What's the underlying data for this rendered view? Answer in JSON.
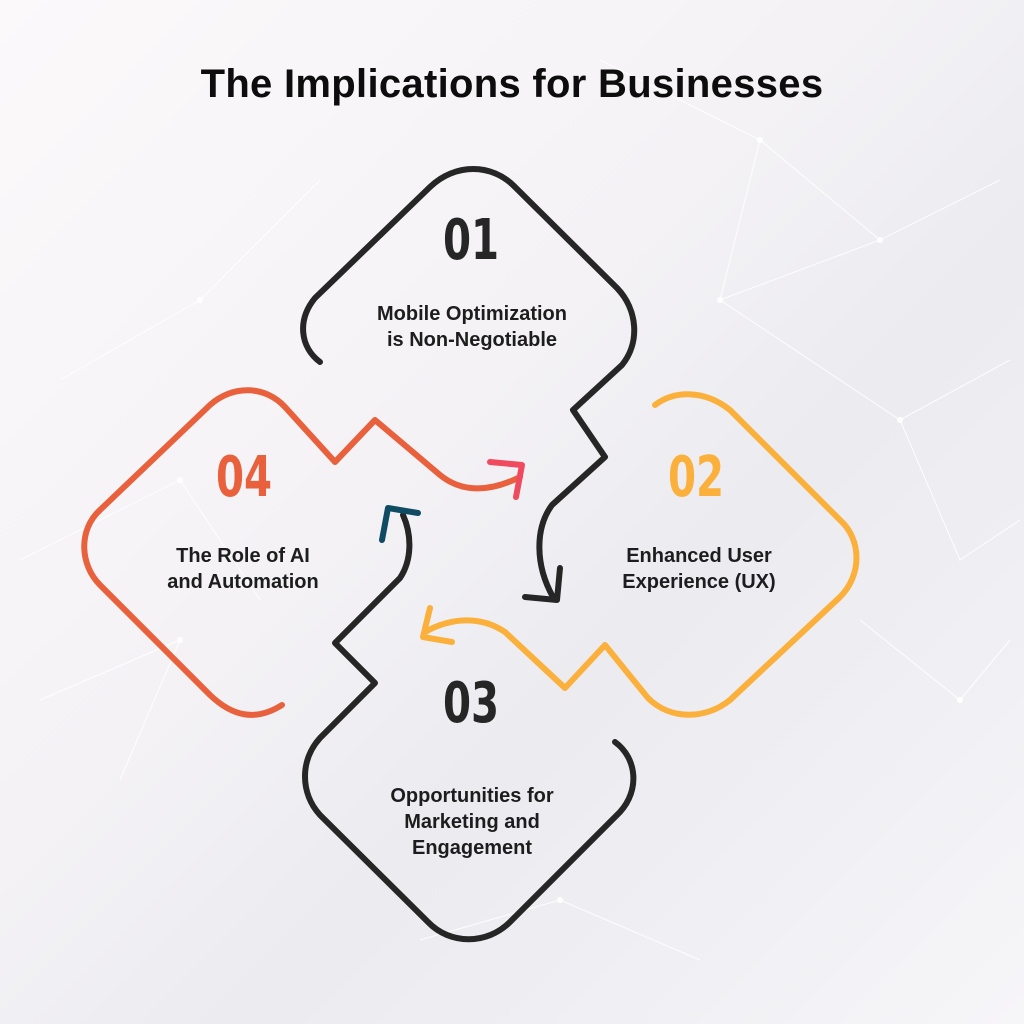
{
  "title": "The Implications for Businesses",
  "colors": {
    "dark": "#262626",
    "orange": "#fbb03b",
    "red": "#e8603c",
    "pink": "#ef4a5e",
    "teal": "#0f4c63"
  },
  "steps": [
    {
      "number": "01",
      "lines": [
        "Mobile Optimization",
        "is Non-Negotiable"
      ]
    },
    {
      "number": "02",
      "lines": [
        "Enhanced User",
        "Experience (UX)"
      ]
    },
    {
      "number": "03",
      "lines": [
        "Opportunities for",
        "Marketing and",
        "Engagement"
      ]
    },
    {
      "number": "04",
      "lines": [
        "The Role of AI",
        "and Automation"
      ]
    }
  ]
}
